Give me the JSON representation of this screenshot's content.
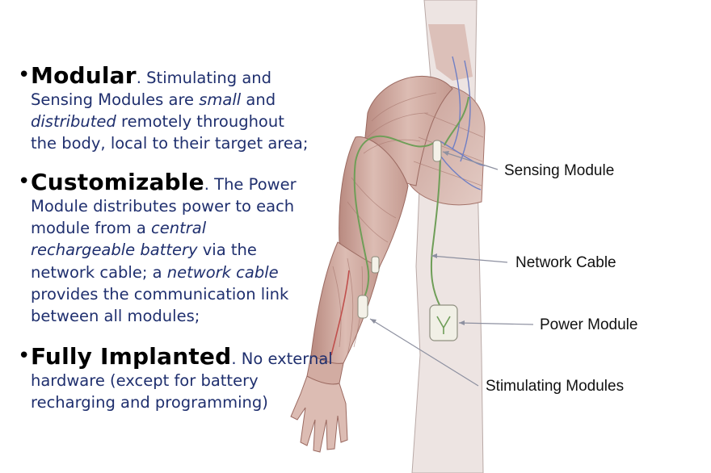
{
  "bullets": {
    "modular": {
      "heading": "Modular",
      "tail": ".  Stimulating and",
      "l2a": "Sensing Modules are ",
      "l2b": "small",
      "l2c": " and",
      "l3a": "distributed",
      "l3b": " remotely throughout",
      "l4": "the body, local to their target area;"
    },
    "customizable": {
      "heading": "Customizable",
      "tail": ". The Power",
      "l2": "Module distributes power to each",
      "l3a": "module from a ",
      "l3b": "central",
      "l4a": "rechargeable battery",
      "l4b": " via the",
      "l5a": "network cable; a ",
      "l5b": "network cable",
      "l6": "provides the communication link",
      "l7": "between all modules;"
    },
    "implanted": {
      "heading": "Fully Implanted",
      "tail": ". No external",
      "l2": "hardware (except for battery",
      "l3": "recharging and programming)"
    }
  },
  "labels": {
    "sensing": "Sensing Module",
    "network": "Network Cable",
    "power": "Power Module",
    "stimulating": "Stimulating Modules"
  },
  "colors": {
    "text_blue": "#1f2f6e",
    "muscle": "#c99e95",
    "cable": "#6f9e58",
    "nerve": "#6f7fc4"
  }
}
